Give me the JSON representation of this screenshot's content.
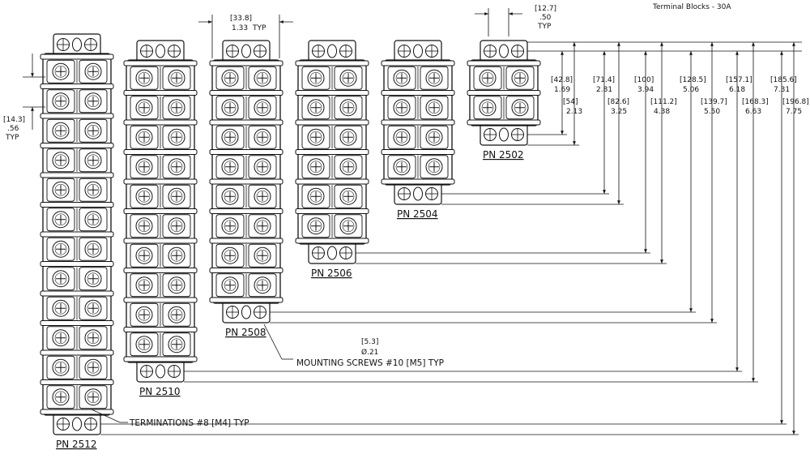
{
  "title": "Terminal Blocks - 30A",
  "part_numbers": [
    "PN 2512",
    "PN 2510",
    "PN 2508",
    "PN 2506",
    "PN 2504",
    "PN 2502"
  ],
  "positions": [
    12,
    10,
    8,
    6,
    4,
    2
  ],
  "pitch_dim": {
    "mm": "[33.8]",
    "in": "1.33",
    "suffix": "TYP"
  },
  "row_pitch_dim": {
    "mm": "[14.3]",
    "in": ".56",
    "suffix": "TYP"
  },
  "flange_dim": {
    "mm": "[12.7]",
    "in": ".50",
    "suffix": "TYP"
  },
  "mount_hole_dim": {
    "mm": "[5.3]",
    "in": "Ø.21"
  },
  "mounting_note": "MOUNTING SCREWS #10 [M5] TYP",
  "termination_note": "TERMINATIONS #8 [M4] TYP",
  "length_dims": [
    {
      "pn": "PN 2502",
      "center_mm": "[42.8]",
      "center_in": "1.69",
      "overall_mm": "[54]",
      "overall_in": "2.13"
    },
    {
      "pn": "PN 2504",
      "center_mm": "[71.4]",
      "center_in": "2.81",
      "overall_mm": "[82.6]",
      "overall_in": "3.25"
    },
    {
      "pn": "PN 2506",
      "center_mm": "[100]",
      "center_in": "3.94",
      "overall_mm": "[111.2]",
      "overall_in": "4.38"
    },
    {
      "pn": "PN 2508",
      "center_mm": "[128.5]",
      "center_in": "5.06",
      "overall_mm": "[139.7]",
      "overall_in": "5.50"
    },
    {
      "pn": "PN 2510",
      "center_mm": "[157.1]",
      "center_in": "6.18",
      "overall_mm": "[168.3]",
      "overall_in": "6.63"
    },
    {
      "pn": "PN 2512",
      "center_mm": "[185.6]",
      "center_in": "7.31",
      "overall_mm": "[196.8]",
      "overall_in": "7.75"
    }
  ]
}
